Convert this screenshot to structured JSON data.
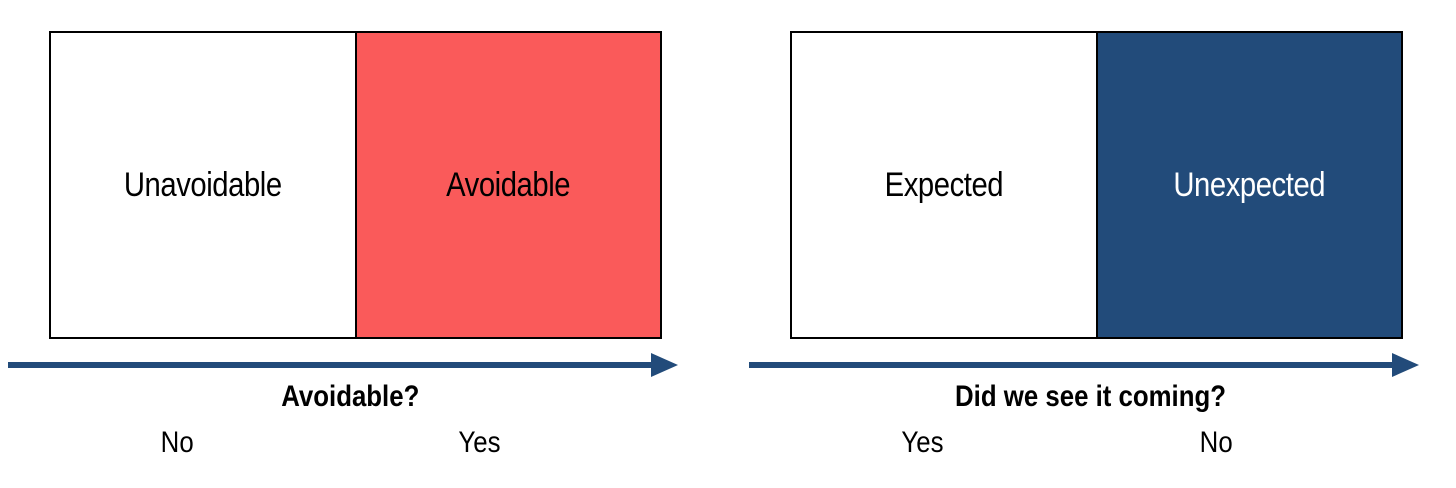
{
  "colors": {
    "avoidable_fill": "#fa5a5a",
    "unexpected_fill": "#224b7a",
    "arrow": "#224b7a",
    "border": "#000000",
    "text_dark": "#000000",
    "text_light": "#ffffff"
  },
  "panels": [
    {
      "boxes": [
        {
          "label": "Unavoidable",
          "fill": "#ffffff",
          "text_color": "#000000"
        },
        {
          "label": "Avoidable",
          "fill": "#fa5a5a",
          "text_color": "#000000"
        }
      ],
      "axis_title": "Avoidable?",
      "ticks": [
        "No",
        "Yes"
      ]
    },
    {
      "boxes": [
        {
          "label": "Expected",
          "fill": "#ffffff",
          "text_color": "#000000"
        },
        {
          "label": "Unexpected",
          "fill": "#224b7a",
          "text_color": "#ffffff"
        }
      ],
      "axis_title": "Did we see it coming?",
      "ticks": [
        "Yes",
        "No"
      ]
    }
  ]
}
